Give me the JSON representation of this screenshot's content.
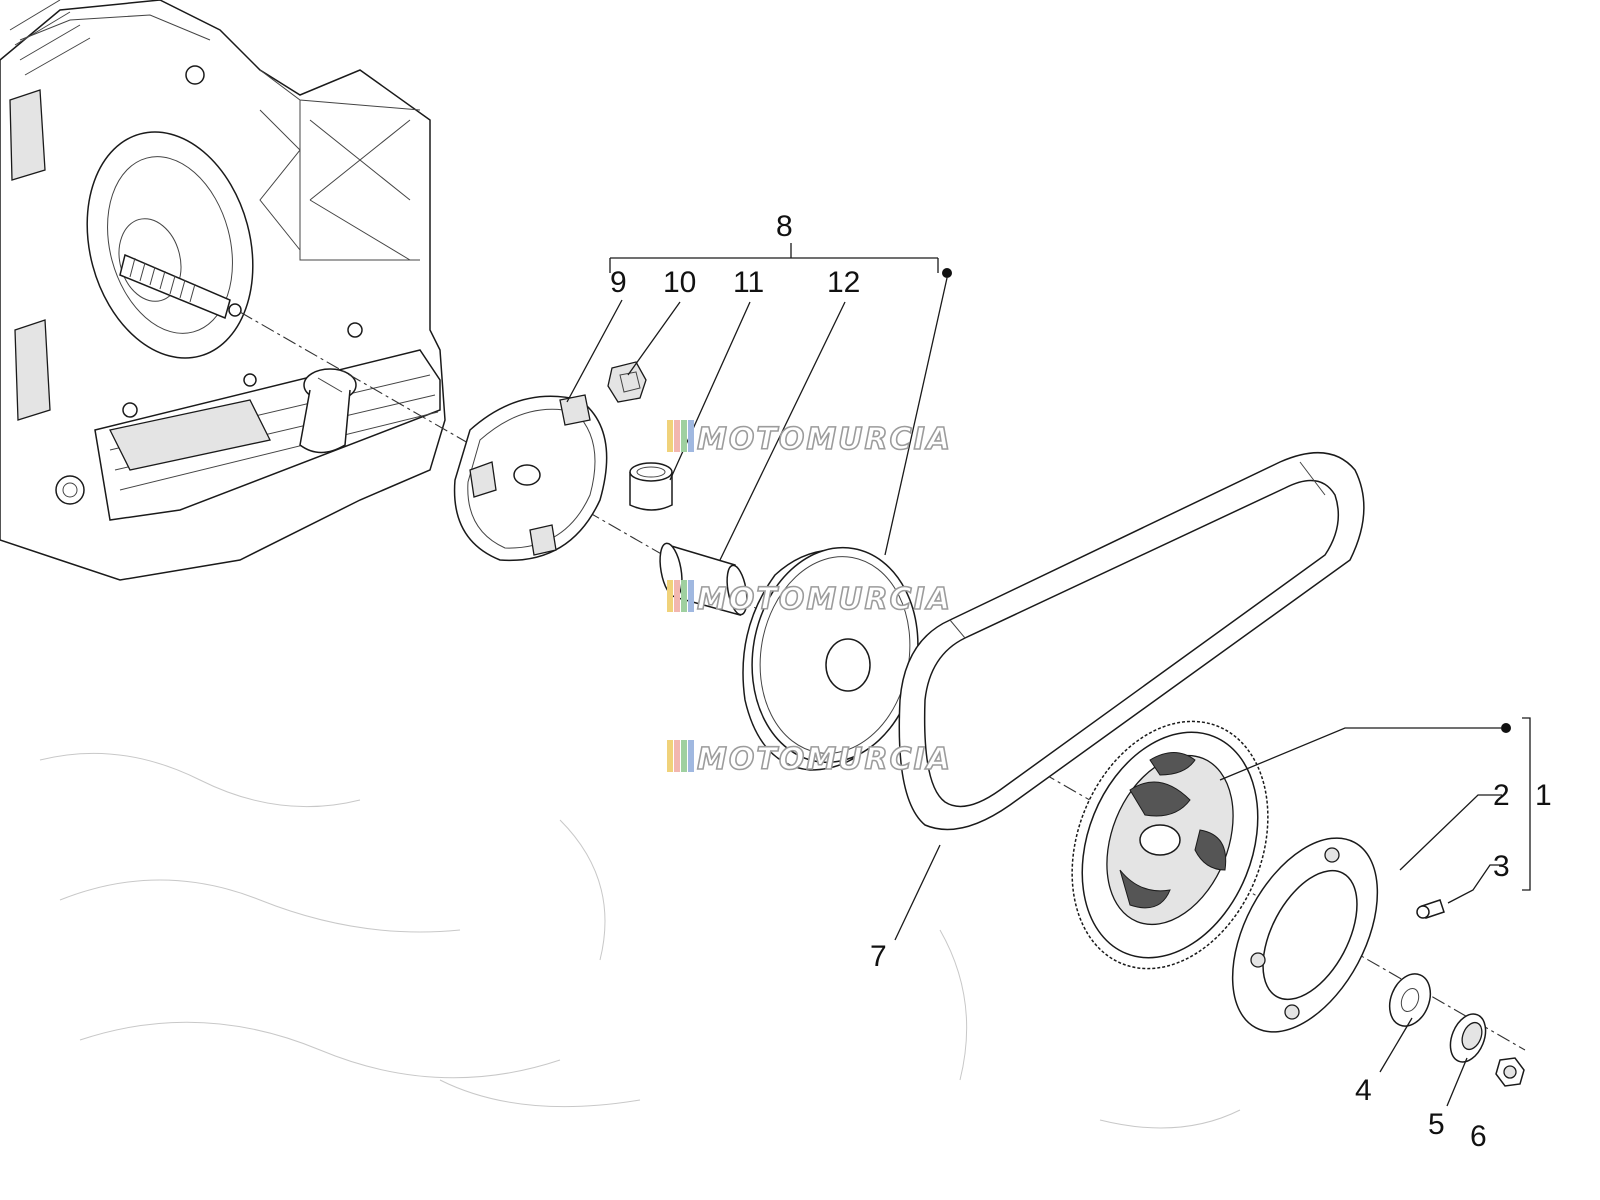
{
  "callouts": {
    "c1": "1",
    "c2": "2",
    "c3": "3",
    "c4": "4",
    "c5": "5",
    "c6": "6",
    "c7": "7",
    "c8": "8",
    "c9": "9",
    "c10": "10",
    "c11": "11",
    "c12": "12"
  },
  "watermark": {
    "text": "MOTOMURCIA",
    "colors": [
      "#c8c8c8",
      "#f0d27a",
      "#f2b7b0",
      "#9fd0a0",
      "#a0b8e0"
    ]
  },
  "colors": {
    "line": "#1a1a1a",
    "background": "#ffffff",
    "watermark": "#9c9c9c"
  }
}
